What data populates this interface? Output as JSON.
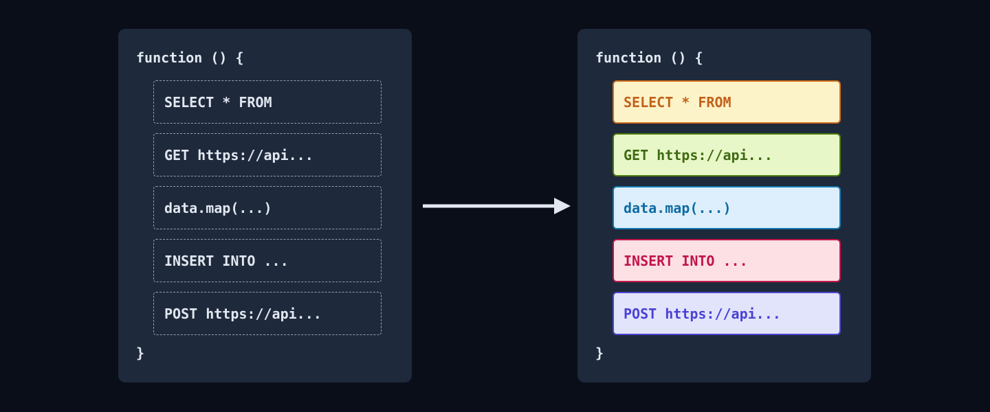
{
  "colors": {
    "page_bg": "#0a0e18",
    "panel_bg": "#1e293b",
    "panel_text": "#e2e8f0",
    "dashed_border": "#94a3b8",
    "arrow": "#e2e8f0"
  },
  "left_panel": {
    "title": "function () {",
    "closing_brace": "}",
    "items": [
      {
        "label": "SELECT * FROM"
      },
      {
        "label": "GET https://api..."
      },
      {
        "label": "data.map(...)"
      },
      {
        "label": "INSERT INTO ..."
      },
      {
        "label": "POST https://api..."
      }
    ]
  },
  "right_panel": {
    "title": "function () {",
    "closing_brace": "}",
    "items": [
      {
        "label": "SELECT * FROM",
        "bg": "#fdf3c8",
        "border": "#d06e1e",
        "text": "#c2611a"
      },
      {
        "label": "GET https://api...",
        "bg": "#e8f7c8",
        "border": "#4d7c0f",
        "text": "#3f6a12"
      },
      {
        "label": "data.map(...)",
        "bg": "#ddeffc",
        "border": "#1679b0",
        "text": "#0e6ba3"
      },
      {
        "label": "INSERT INTO ...",
        "bg": "#fde0e4",
        "border": "#c2164c",
        "text": "#c2134e"
      },
      {
        "label": "POST https://api...",
        "bg": "#e2e4fc",
        "border": "#4d46cd",
        "text": "#4a42d4"
      }
    ]
  },
  "arrow_icon": "arrow-right"
}
